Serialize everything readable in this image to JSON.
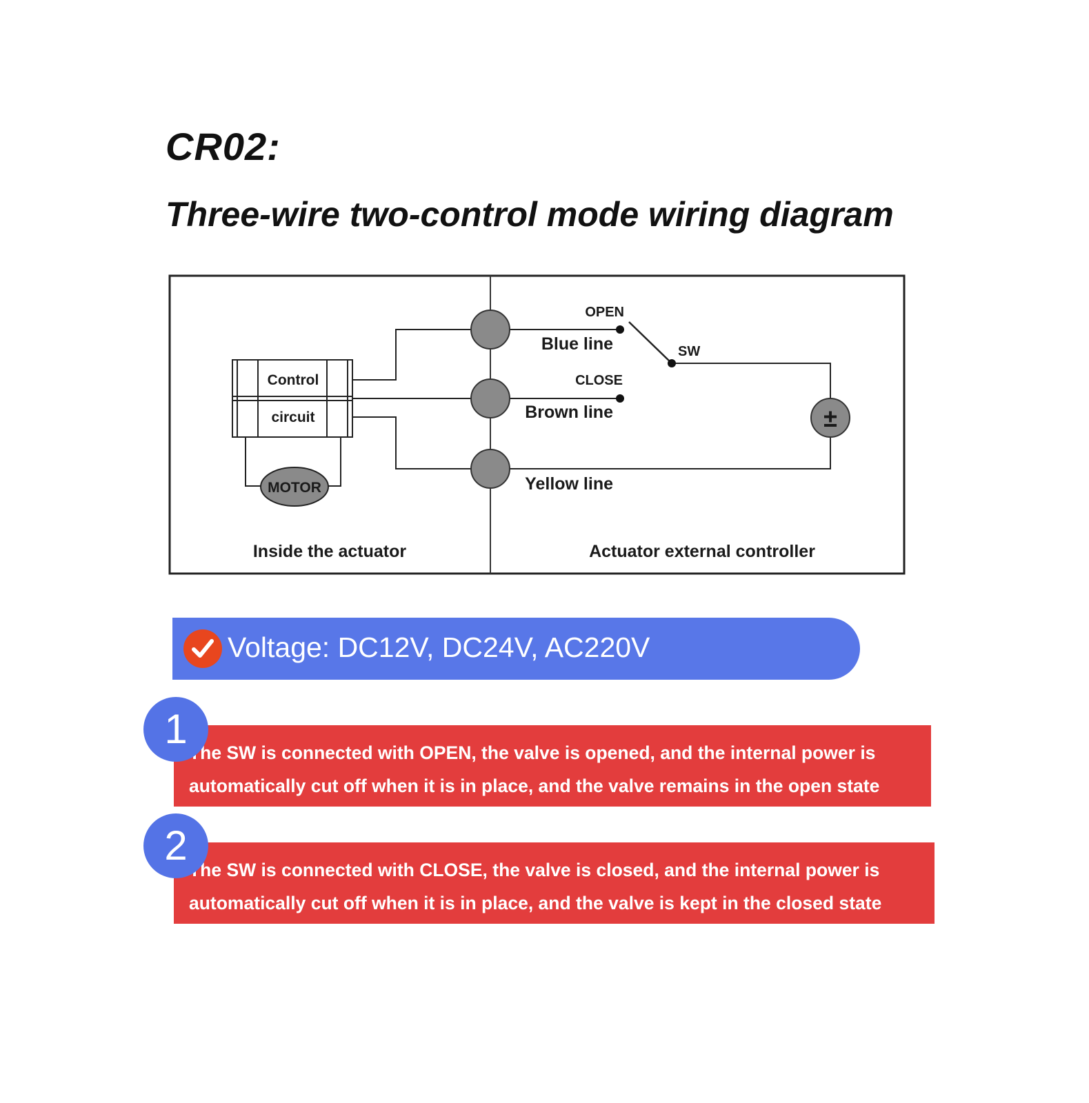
{
  "header": {
    "model": "CR02:",
    "diagram_title": "Three-wire two-control mode wiring diagram"
  },
  "diagram": {
    "control_label_1": "Control",
    "control_label_2": "circuit",
    "motor_label": "MOTOR",
    "open_label": "OPEN",
    "close_label": "CLOSE",
    "sw_label": "SW",
    "blue_line": "Blue line",
    "brown_line": "Brown line",
    "yellow_line": "Yellow line",
    "power_symbol": "±",
    "inside_label": "Inside the actuator",
    "external_label": "Actuator external controller"
  },
  "voltage": {
    "text": "Voltage: DC12V, DC24V, AC220V",
    "icon": "check-icon"
  },
  "notes": [
    {
      "number": "1",
      "line1": "The SW is connected with OPEN, the valve is opened, and the internal power is",
      "line2": "automatically cut off when it is in place, and the valve remains in the open state"
    },
    {
      "number": "2",
      "line1": "The SW is connected with CLOSE, the valve is closed, and the internal power is",
      "line2": "automatically cut off when it is in place, and the valve is kept in the closed state"
    }
  ],
  "colors": {
    "voltage_bar": "#5877e8",
    "check_badge": "#e8461e",
    "note_panel": "#e33d3d",
    "step_circle": "#5473e6",
    "terminal": "#8a8a8a"
  }
}
